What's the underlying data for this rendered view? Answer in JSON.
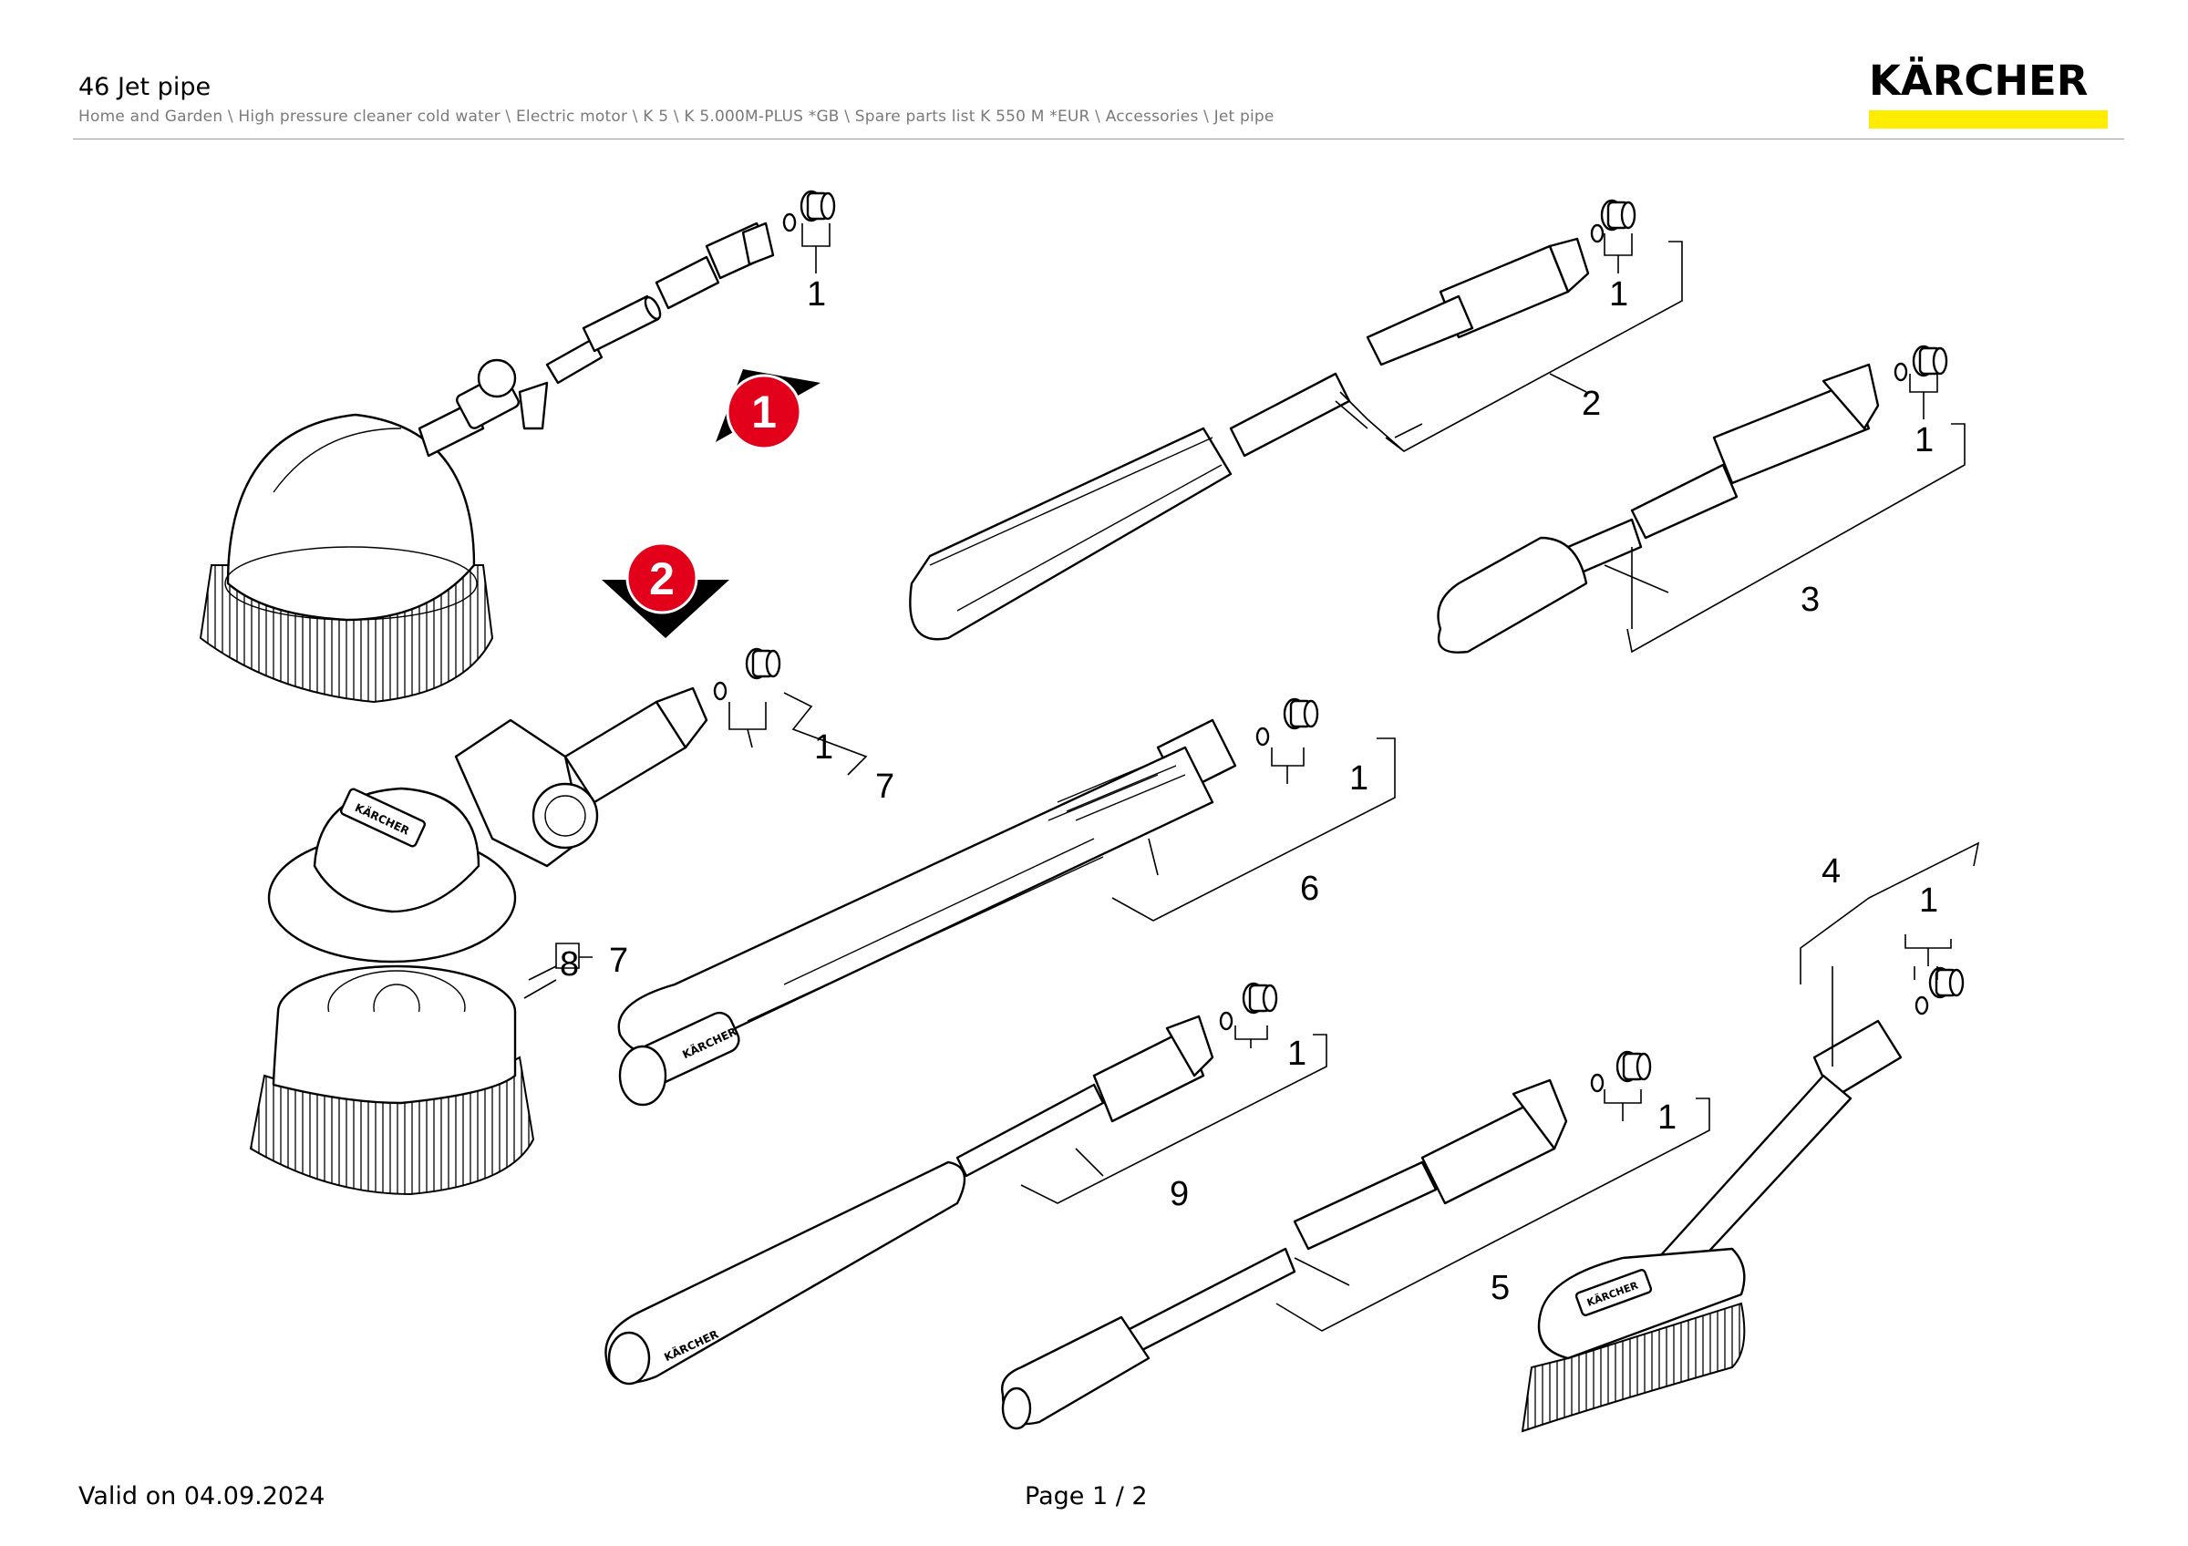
{
  "header": {
    "title": "46 Jet pipe",
    "breadcrumb": "Home and Garden \\ High pressure cleaner cold water \\ Electric motor \\ K 5 \\ K 5.000M-PLUS *GB \\ Spare parts list K 550 M *EUR \\ Accessories \\ Jet pipe",
    "logo_text": "KÄRCHER",
    "logo_bar_color": "#ffed00"
  },
  "diagram": {
    "markers": [
      {
        "label": "1",
        "color": "#e2001a"
      },
      {
        "label": "2",
        "color": "#e2001a"
      }
    ],
    "callouts": [
      {
        "id": "c1a",
        "label": "1"
      },
      {
        "id": "c1b",
        "label": "1"
      },
      {
        "id": "c2",
        "label": "2"
      },
      {
        "id": "c1c",
        "label": "1"
      },
      {
        "id": "c3",
        "label": "3"
      },
      {
        "id": "c1d",
        "label": "1"
      },
      {
        "id": "c7a",
        "label": "7"
      },
      {
        "id": "c1e",
        "label": "1"
      },
      {
        "id": "c6",
        "label": "6"
      },
      {
        "id": "c4",
        "label": "4"
      },
      {
        "id": "c1f",
        "label": "1"
      },
      {
        "id": "c8",
        "label": "8"
      },
      {
        "id": "c7b",
        "label": "7"
      },
      {
        "id": "c1g",
        "label": "1"
      },
      {
        "id": "c9",
        "label": "9"
      },
      {
        "id": "c1h",
        "label": "1"
      },
      {
        "id": "c5",
        "label": "5"
      }
    ],
    "brand_print": "KÄRCHER"
  },
  "footer": {
    "valid": "Valid on 04.09.2024",
    "page": "Page 1 / 2"
  }
}
